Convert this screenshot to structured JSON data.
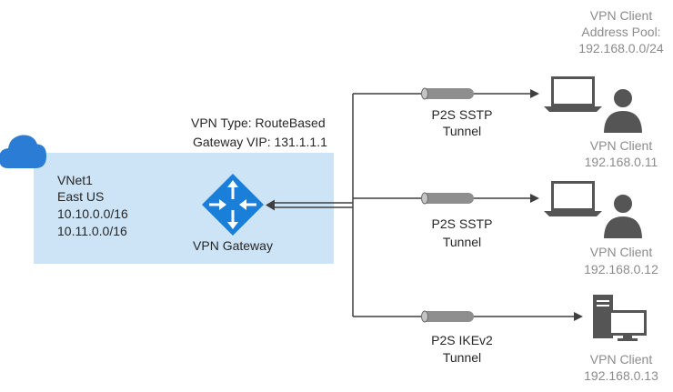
{
  "colors": {
    "cloud": "#2b7cd4",
    "vnet_fill": "#cde4f6",
    "gateway": "#1a7fd9",
    "line": "#3f3f3f",
    "tunnel": "#8e8e8e",
    "icon": "#555555",
    "label_dark": "#262626",
    "label_gray": "#8c8c8c"
  },
  "icons": {
    "cloud": "cloud-icon",
    "gateway": "vpn-gateway-icon",
    "tunnel": "tunnel-pipe-icon",
    "laptop": "laptop-icon",
    "user": "user-icon",
    "desktop": "desktop-computer-icon"
  },
  "vnet": {
    "name": "VNet1",
    "region": "East US",
    "address_spaces": [
      "10.10.0.0/16",
      "10.11.0.0/16"
    ]
  },
  "gateway": {
    "vpn_type": "VPN Type: RouteBased",
    "vip": "Gateway VIP: 131.1.1.1",
    "label": "VPN Gateway"
  },
  "address_pool": {
    "title": "VPN Client",
    "subtitle": "Address Pool:",
    "range": "192.168.0.0/24"
  },
  "tunnels": [
    {
      "protocol": "P2S SSTP",
      "label": "Tunnel"
    },
    {
      "protocol": "P2S SSTP",
      "label": "Tunnel"
    },
    {
      "protocol": "P2S IKEv2",
      "label": "Tunnel"
    }
  ],
  "clients": [
    {
      "label": "VPN Client",
      "ip": "192.168.0.11"
    },
    {
      "label": "VPN Client",
      "ip": "192.168.0.12"
    },
    {
      "label": "VPN Client",
      "ip": "192.168.0.13"
    }
  ]
}
